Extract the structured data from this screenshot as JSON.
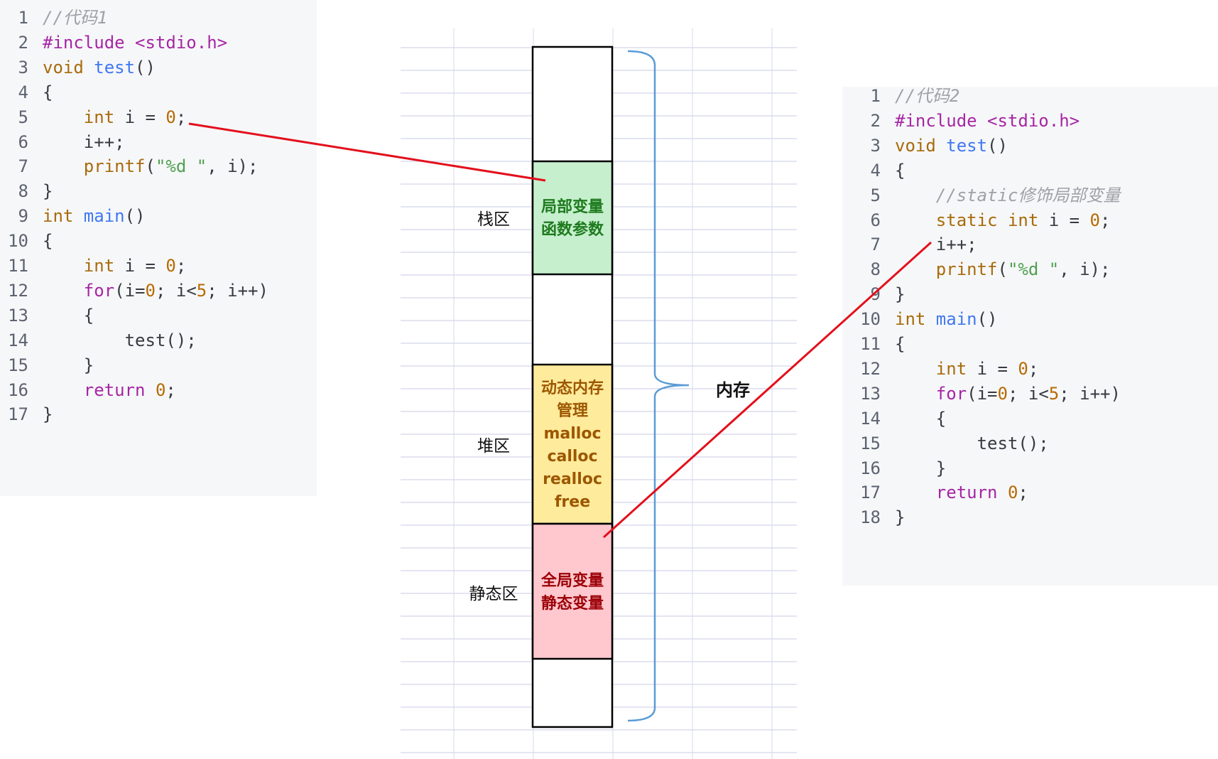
{
  "code_blocks": [
    {
      "id": "code1",
      "lines": [
        {
          "n": "1",
          "tokens": [
            {
              "t": "//代码1",
              "c": "comment"
            }
          ]
        },
        {
          "n": "2",
          "tokens": [
            {
              "t": "#include <stdio.h>",
              "c": "macro"
            }
          ]
        },
        {
          "n": "3",
          "tokens": [
            {
              "t": "void ",
              "c": "type"
            },
            {
              "t": "test",
              "c": "func"
            },
            {
              "t": "()",
              "c": "plain"
            }
          ]
        },
        {
          "n": "4",
          "tokens": [
            {
              "t": "{",
              "c": "plain"
            }
          ]
        },
        {
          "n": "5",
          "tokens": [
            {
              "t": "    ",
              "c": "plain"
            },
            {
              "t": "int",
              "c": "type"
            },
            {
              "t": " i = ",
              "c": "plain"
            },
            {
              "t": "0",
              "c": "number"
            },
            {
              "t": ";",
              "c": "plain"
            }
          ]
        },
        {
          "n": "6",
          "tokens": [
            {
              "t": "    i++;",
              "c": "plain"
            }
          ]
        },
        {
          "n": "7",
          "tokens": [
            {
              "t": "    ",
              "c": "plain"
            },
            {
              "t": "printf",
              "c": "type"
            },
            {
              "t": "(",
              "c": "plain"
            },
            {
              "t": "\"%d \"",
              "c": "string"
            },
            {
              "t": ", i);",
              "c": "plain"
            }
          ]
        },
        {
          "n": "8",
          "tokens": [
            {
              "t": "}",
              "c": "plain"
            }
          ]
        },
        {
          "n": "9",
          "tokens": [
            {
              "t": "int ",
              "c": "type"
            },
            {
              "t": "main",
              "c": "func"
            },
            {
              "t": "()",
              "c": "plain"
            }
          ]
        },
        {
          "n": "10",
          "tokens": [
            {
              "t": "{",
              "c": "plain"
            }
          ]
        },
        {
          "n": "11",
          "tokens": [
            {
              "t": "    ",
              "c": "plain"
            },
            {
              "t": "int",
              "c": "type"
            },
            {
              "t": " i = ",
              "c": "plain"
            },
            {
              "t": "0",
              "c": "number"
            },
            {
              "t": ";",
              "c": "plain"
            }
          ]
        },
        {
          "n": "12",
          "tokens": [
            {
              "t": "    ",
              "c": "plain"
            },
            {
              "t": "for",
              "c": "keyword"
            },
            {
              "t": "(i=",
              "c": "plain"
            },
            {
              "t": "0",
              "c": "number"
            },
            {
              "t": "; i<",
              "c": "plain"
            },
            {
              "t": "5",
              "c": "number"
            },
            {
              "t": "; i++)",
              "c": "plain"
            }
          ]
        },
        {
          "n": "13",
          "tokens": [
            {
              "t": "    {",
              "c": "plain"
            }
          ]
        },
        {
          "n": "14",
          "tokens": [
            {
              "t": "        test();",
              "c": "plain"
            }
          ]
        },
        {
          "n": "15",
          "tokens": [
            {
              "t": "    }",
              "c": "plain"
            }
          ]
        },
        {
          "n": "16",
          "tokens": [
            {
              "t": "    ",
              "c": "plain"
            },
            {
              "t": "return",
              "c": "keyword"
            },
            {
              "t": " ",
              "c": "plain"
            },
            {
              "t": "0",
              "c": "number"
            },
            {
              "t": ";",
              "c": "plain"
            }
          ]
        },
        {
          "n": "17",
          "tokens": [
            {
              "t": "}",
              "c": "plain"
            }
          ]
        }
      ]
    },
    {
      "id": "code2",
      "lines": [
        {
          "n": "1",
          "tokens": [
            {
              "t": "//代码2",
              "c": "comment"
            }
          ]
        },
        {
          "n": "2",
          "tokens": [
            {
              "t": "#include <stdio.h>",
              "c": "macro"
            }
          ]
        },
        {
          "n": "3",
          "tokens": [
            {
              "t": "void ",
              "c": "type"
            },
            {
              "t": "test",
              "c": "func"
            },
            {
              "t": "()",
              "c": "plain"
            }
          ]
        },
        {
          "n": "4",
          "tokens": [
            {
              "t": "{",
              "c": "plain"
            }
          ]
        },
        {
          "n": "5",
          "tokens": [
            {
              "t": "    ",
              "c": "plain"
            },
            {
              "t": "//static修饰局部变量",
              "c": "comment"
            }
          ]
        },
        {
          "n": "6",
          "tokens": [
            {
              "t": "    ",
              "c": "plain"
            },
            {
              "t": "static int",
              "c": "type"
            },
            {
              "t": " i = ",
              "c": "plain"
            },
            {
              "t": "0",
              "c": "number"
            },
            {
              "t": ";",
              "c": "plain"
            }
          ]
        },
        {
          "n": "7",
          "tokens": [
            {
              "t": "    i++;",
              "c": "plain"
            }
          ]
        },
        {
          "n": "8",
          "tokens": [
            {
              "t": "    ",
              "c": "plain"
            },
            {
              "t": "printf",
              "c": "type"
            },
            {
              "t": "(",
              "c": "plain"
            },
            {
              "t": "\"%d \"",
              "c": "string"
            },
            {
              "t": ", i);",
              "c": "plain"
            }
          ]
        },
        {
          "n": "9",
          "tokens": [
            {
              "t": "}",
              "c": "plain"
            }
          ]
        },
        {
          "n": "10",
          "tokens": [
            {
              "t": "int ",
              "c": "type"
            },
            {
              "t": "main",
              "c": "func"
            },
            {
              "t": "()",
              "c": "plain"
            }
          ]
        },
        {
          "n": "11",
          "tokens": [
            {
              "t": "{",
              "c": "plain"
            }
          ]
        },
        {
          "n": "12",
          "tokens": [
            {
              "t": "    ",
              "c": "plain"
            },
            {
              "t": "int",
              "c": "type"
            },
            {
              "t": " i = ",
              "c": "plain"
            },
            {
              "t": "0",
              "c": "number"
            },
            {
              "t": ";",
              "c": "plain"
            }
          ]
        },
        {
          "n": "13",
          "tokens": [
            {
              "t": "    ",
              "c": "plain"
            },
            {
              "t": "for",
              "c": "keyword"
            },
            {
              "t": "(i=",
              "c": "plain"
            },
            {
              "t": "0",
              "c": "number"
            },
            {
              "t": "; i<",
              "c": "plain"
            },
            {
              "t": "5",
              "c": "number"
            },
            {
              "t": "; i++)",
              "c": "plain"
            }
          ]
        },
        {
          "n": "14",
          "tokens": [
            {
              "t": "    {",
              "c": "plain"
            }
          ]
        },
        {
          "n": "15",
          "tokens": [
            {
              "t": "        test();",
              "c": "plain"
            }
          ]
        },
        {
          "n": "16",
          "tokens": [
            {
              "t": "    }",
              "c": "plain"
            }
          ]
        },
        {
          "n": "17",
          "tokens": [
            {
              "t": "    ",
              "c": "plain"
            },
            {
              "t": "return",
              "c": "keyword"
            },
            {
              "t": " ",
              "c": "plain"
            },
            {
              "t": "0",
              "c": "number"
            },
            {
              "t": ";",
              "c": "plain"
            }
          ]
        },
        {
          "n": "18",
          "tokens": [
            {
              "t": "}",
              "c": "plain"
            }
          ]
        }
      ]
    }
  ],
  "memory": {
    "brace_label": "内存",
    "regions": [
      {
        "key": "stack",
        "label": "栈区"
      },
      {
        "key": "heap",
        "label": "堆区"
      },
      {
        "key": "static",
        "label": "静态区"
      }
    ],
    "blocks": [
      {
        "key": "stack",
        "lines": [
          "局部变量",
          "函数参数"
        ],
        "fill": "#c6efce",
        "text_color": "#1e7b1e"
      },
      {
        "key": "heap",
        "lines": [
          "动态内存",
          "管理",
          "malloc",
          "calloc",
          "realloc",
          "free"
        ],
        "fill": "#ffeb9c",
        "text_color": "#9c5700"
      },
      {
        "key": "static",
        "lines": [
          "全局变量",
          "静态变量"
        ],
        "fill": "#ffc7ce",
        "text_color": "#9c0006"
      }
    ]
  },
  "colors": {
    "arrow": "#e3101c",
    "brace": "#5b9bd5",
    "grid": "#c9cbe6",
    "grid_vertical": "#d6d8ee"
  }
}
